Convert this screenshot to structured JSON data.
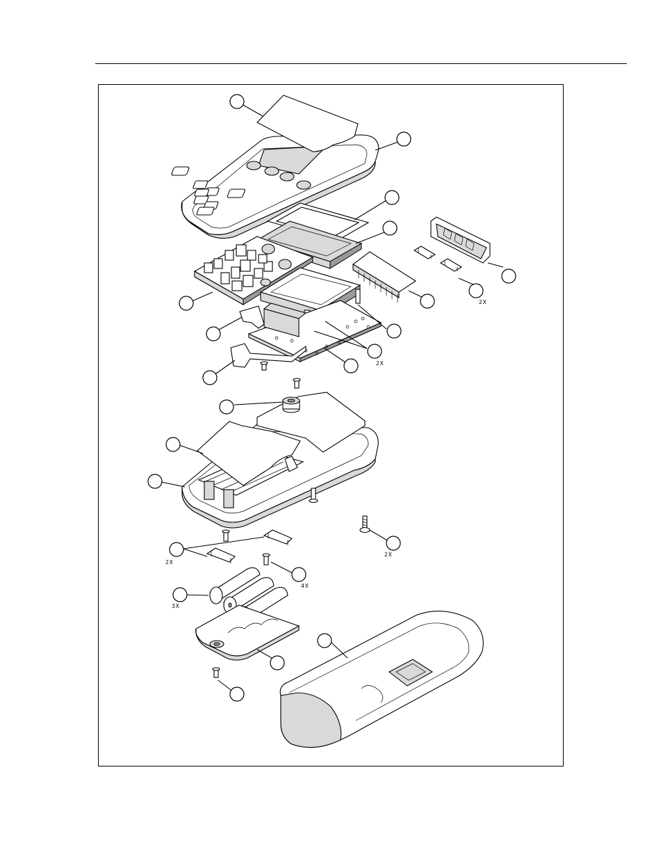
{
  "quantity_notes": {
    "switch_contacts_qty": "2X",
    "connector_pins_qty": "2X",
    "case_screws_qty": "2X",
    "battery_clips_qty": "2X",
    "battery_screws_qty": "4X",
    "batteries_qty": "3X"
  }
}
